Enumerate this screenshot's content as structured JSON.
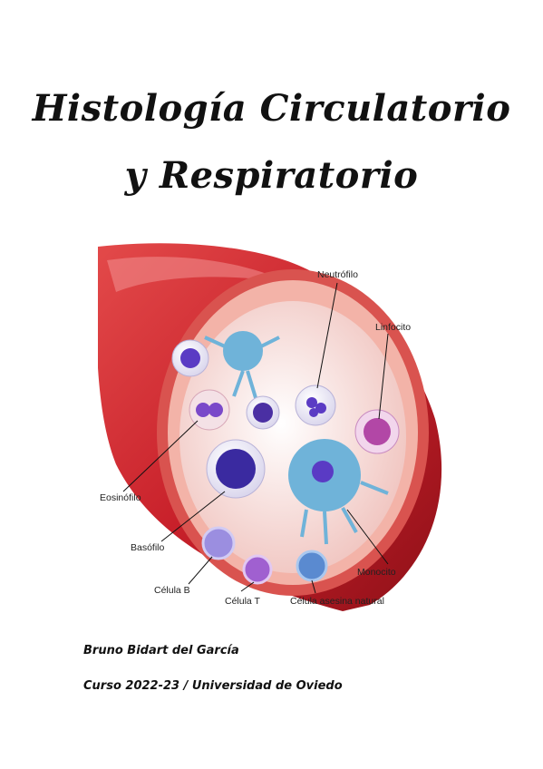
{
  "title": {
    "line1": "Histología Circulatorio",
    "line2": "y Respiratorio"
  },
  "figure": {
    "labels": {
      "neutrofilo": "Neutrófilo",
      "linfocito": "Linfocito",
      "eosinofilo": "Eosinófilo",
      "basofilo": "Basófilo",
      "celula_b": "Célula B",
      "celula_t": "Célula T",
      "nk": "Célula asesina natural",
      "monocito": "Monocito"
    },
    "colors": {
      "vessel": "#c8202a",
      "vessel_light": "#e86a6a",
      "lumen": "#f4d2cf",
      "nucleus": "#4a2fa3",
      "monocyte": "#6fb3d9"
    }
  },
  "footer": {
    "author": "Bruno Bidart del García",
    "course": "Curso 2022-23 / Universidad de Oviedo"
  }
}
